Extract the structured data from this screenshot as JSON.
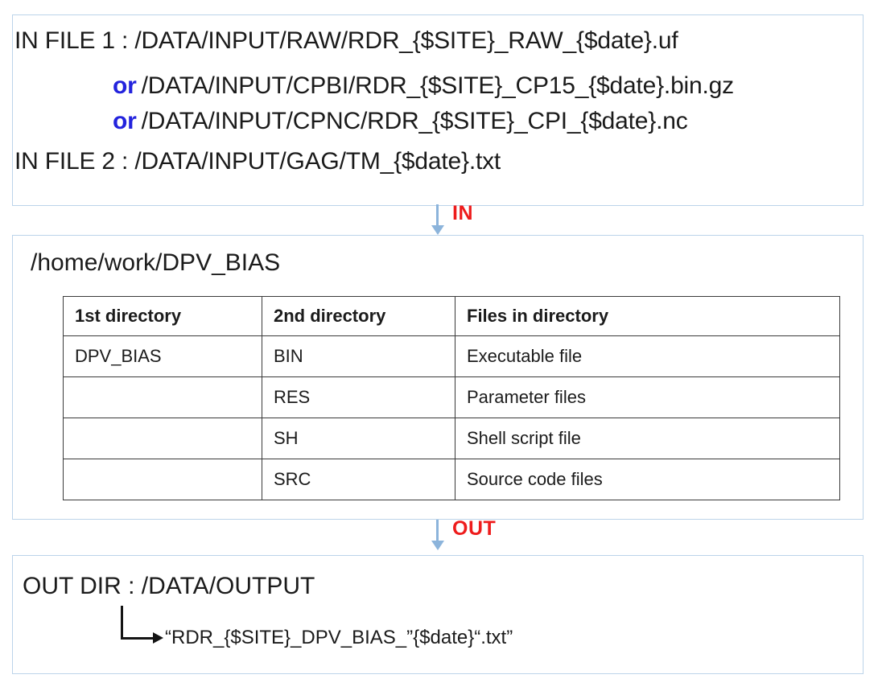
{
  "diagram": {
    "title": "DPV_BIAS input/output directory diagram",
    "colors": {
      "panel_border": "#bcd4ea",
      "arrow": "#8cb4db",
      "arrow_label": "#ee1c1c",
      "or_keyword": "#2323dd",
      "table_border": "#3a3a3a",
      "text": "#1b1b1b"
    }
  },
  "input_panel": {
    "lines": [
      {
        "label": "IN FILE 1 : ",
        "path": "/DATA/INPUT/RAW/RDR_{$SITE}_RAW_{$date}.uf"
      },
      {
        "label": "or",
        "path": "/DATA/INPUT/CPBI/RDR_{$SITE}_CP15_{$date}.bin.gz"
      },
      {
        "label": "or",
        "path": "/DATA/INPUT/CPNC/RDR_{$SITE}_CPI_{$date}.nc"
      },
      {
        "label": "IN FILE 2 : ",
        "path": "/DATA/INPUT/GAG/TM_{$date}.txt"
      }
    ]
  },
  "arrow_in": {
    "label": "IN"
  },
  "arrow_out": {
    "label": "OUT"
  },
  "work_panel": {
    "path": "/home/work/DPV_BIAS",
    "table": {
      "headers": [
        "1st directory",
        "2nd directory",
        "Files in directory"
      ],
      "rows": [
        [
          "DPV_BIAS",
          "BIN",
          "Executable file"
        ],
        [
          "",
          "RES",
          "Parameter files"
        ],
        [
          "",
          "SH",
          "Shell script file"
        ],
        [
          "",
          "SRC",
          "Source code files"
        ]
      ]
    }
  },
  "output_panel": {
    "dir_label": "OUT DIR : ",
    "dir_path": "/DATA/OUTPUT",
    "file_pattern": "“RDR_{$SITE}_DPV_BIAS_”{$date}“.txt”"
  }
}
